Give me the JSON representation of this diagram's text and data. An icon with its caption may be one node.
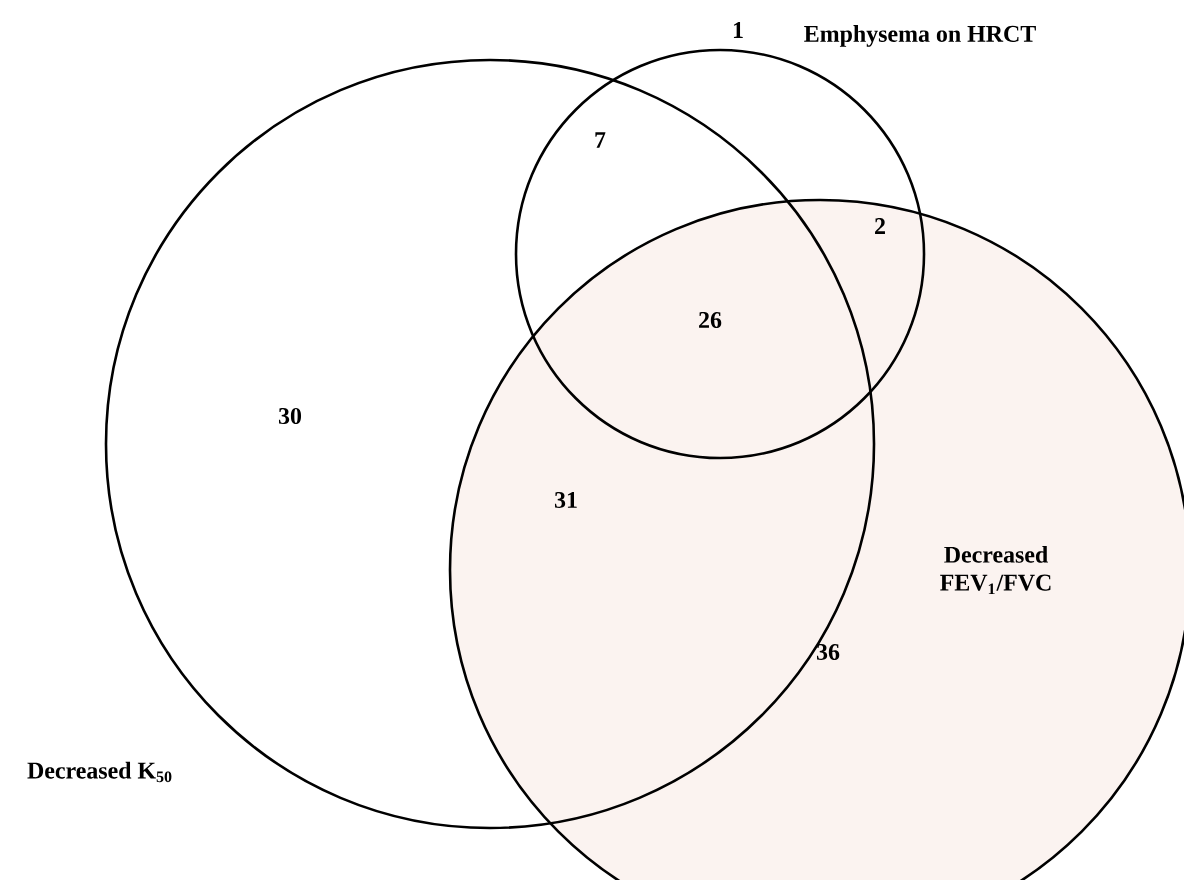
{
  "diagram": {
    "nodes": [
      {
        "text": [
          "Decreased K$_{50}$"
        ]
      },
      {
        "text": [
          "Emphysema on HRCT"
        ]
      },
      {
        "text": [
          "Decreased FEV$_{1}$/FVC"
        ]
      }
    ],
    "labels": [
      "1",
      "7",
      "2",
      "26",
      "30",
      "31",
      "36"
    ]
  }
}
